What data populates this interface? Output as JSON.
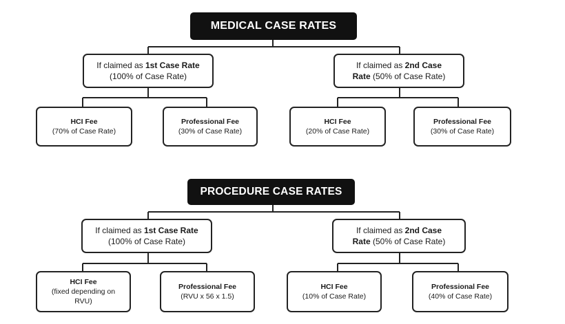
{
  "medical": {
    "title": "MEDICAL CASE RATES",
    "first": {
      "prefix": "If claimed as ",
      "bold": "1st Case Rate",
      "sub": "(100% of Case Rate)",
      "hci": {
        "name": "HCI Fee",
        "detail": "(70% of Case Rate)"
      },
      "prof": {
        "name": "Professional Fee",
        "detail": "(30% of Case Rate)"
      }
    },
    "second": {
      "prefix": "If claimed as ",
      "bold1": "2nd Case",
      "bold2": "Rate",
      "sub": " (50% of Case Rate)",
      "hci": {
        "name": "HCI Fee",
        "detail": "(20% of Case Rate)"
      },
      "prof": {
        "name": "Professional Fee",
        "detail": "(30% of Case Rate)"
      }
    }
  },
  "procedure": {
    "title": "PROCEDURE CASE RATES",
    "first": {
      "prefix": "If claimed as ",
      "bold": "1st Case Rate",
      "sub": "(100% of Case Rate)",
      "hci": {
        "name": "HCI Fee",
        "detail1": "(fixed depending on",
        "detail2": "RVU)"
      },
      "prof": {
        "name": "Professional Fee",
        "detail": "(RVU x 56 x 1.5)"
      }
    },
    "second": {
      "prefix": "If claimed as ",
      "bold1": "2nd Case",
      "bold2": "Rate",
      "sub": " (50% of Case Rate)",
      "hci": {
        "name": "HCI Fee",
        "detail": "(10% of Case Rate)"
      },
      "prof": {
        "name": "Professional Fee",
        "detail": "(40% of Case Rate)"
      }
    }
  }
}
